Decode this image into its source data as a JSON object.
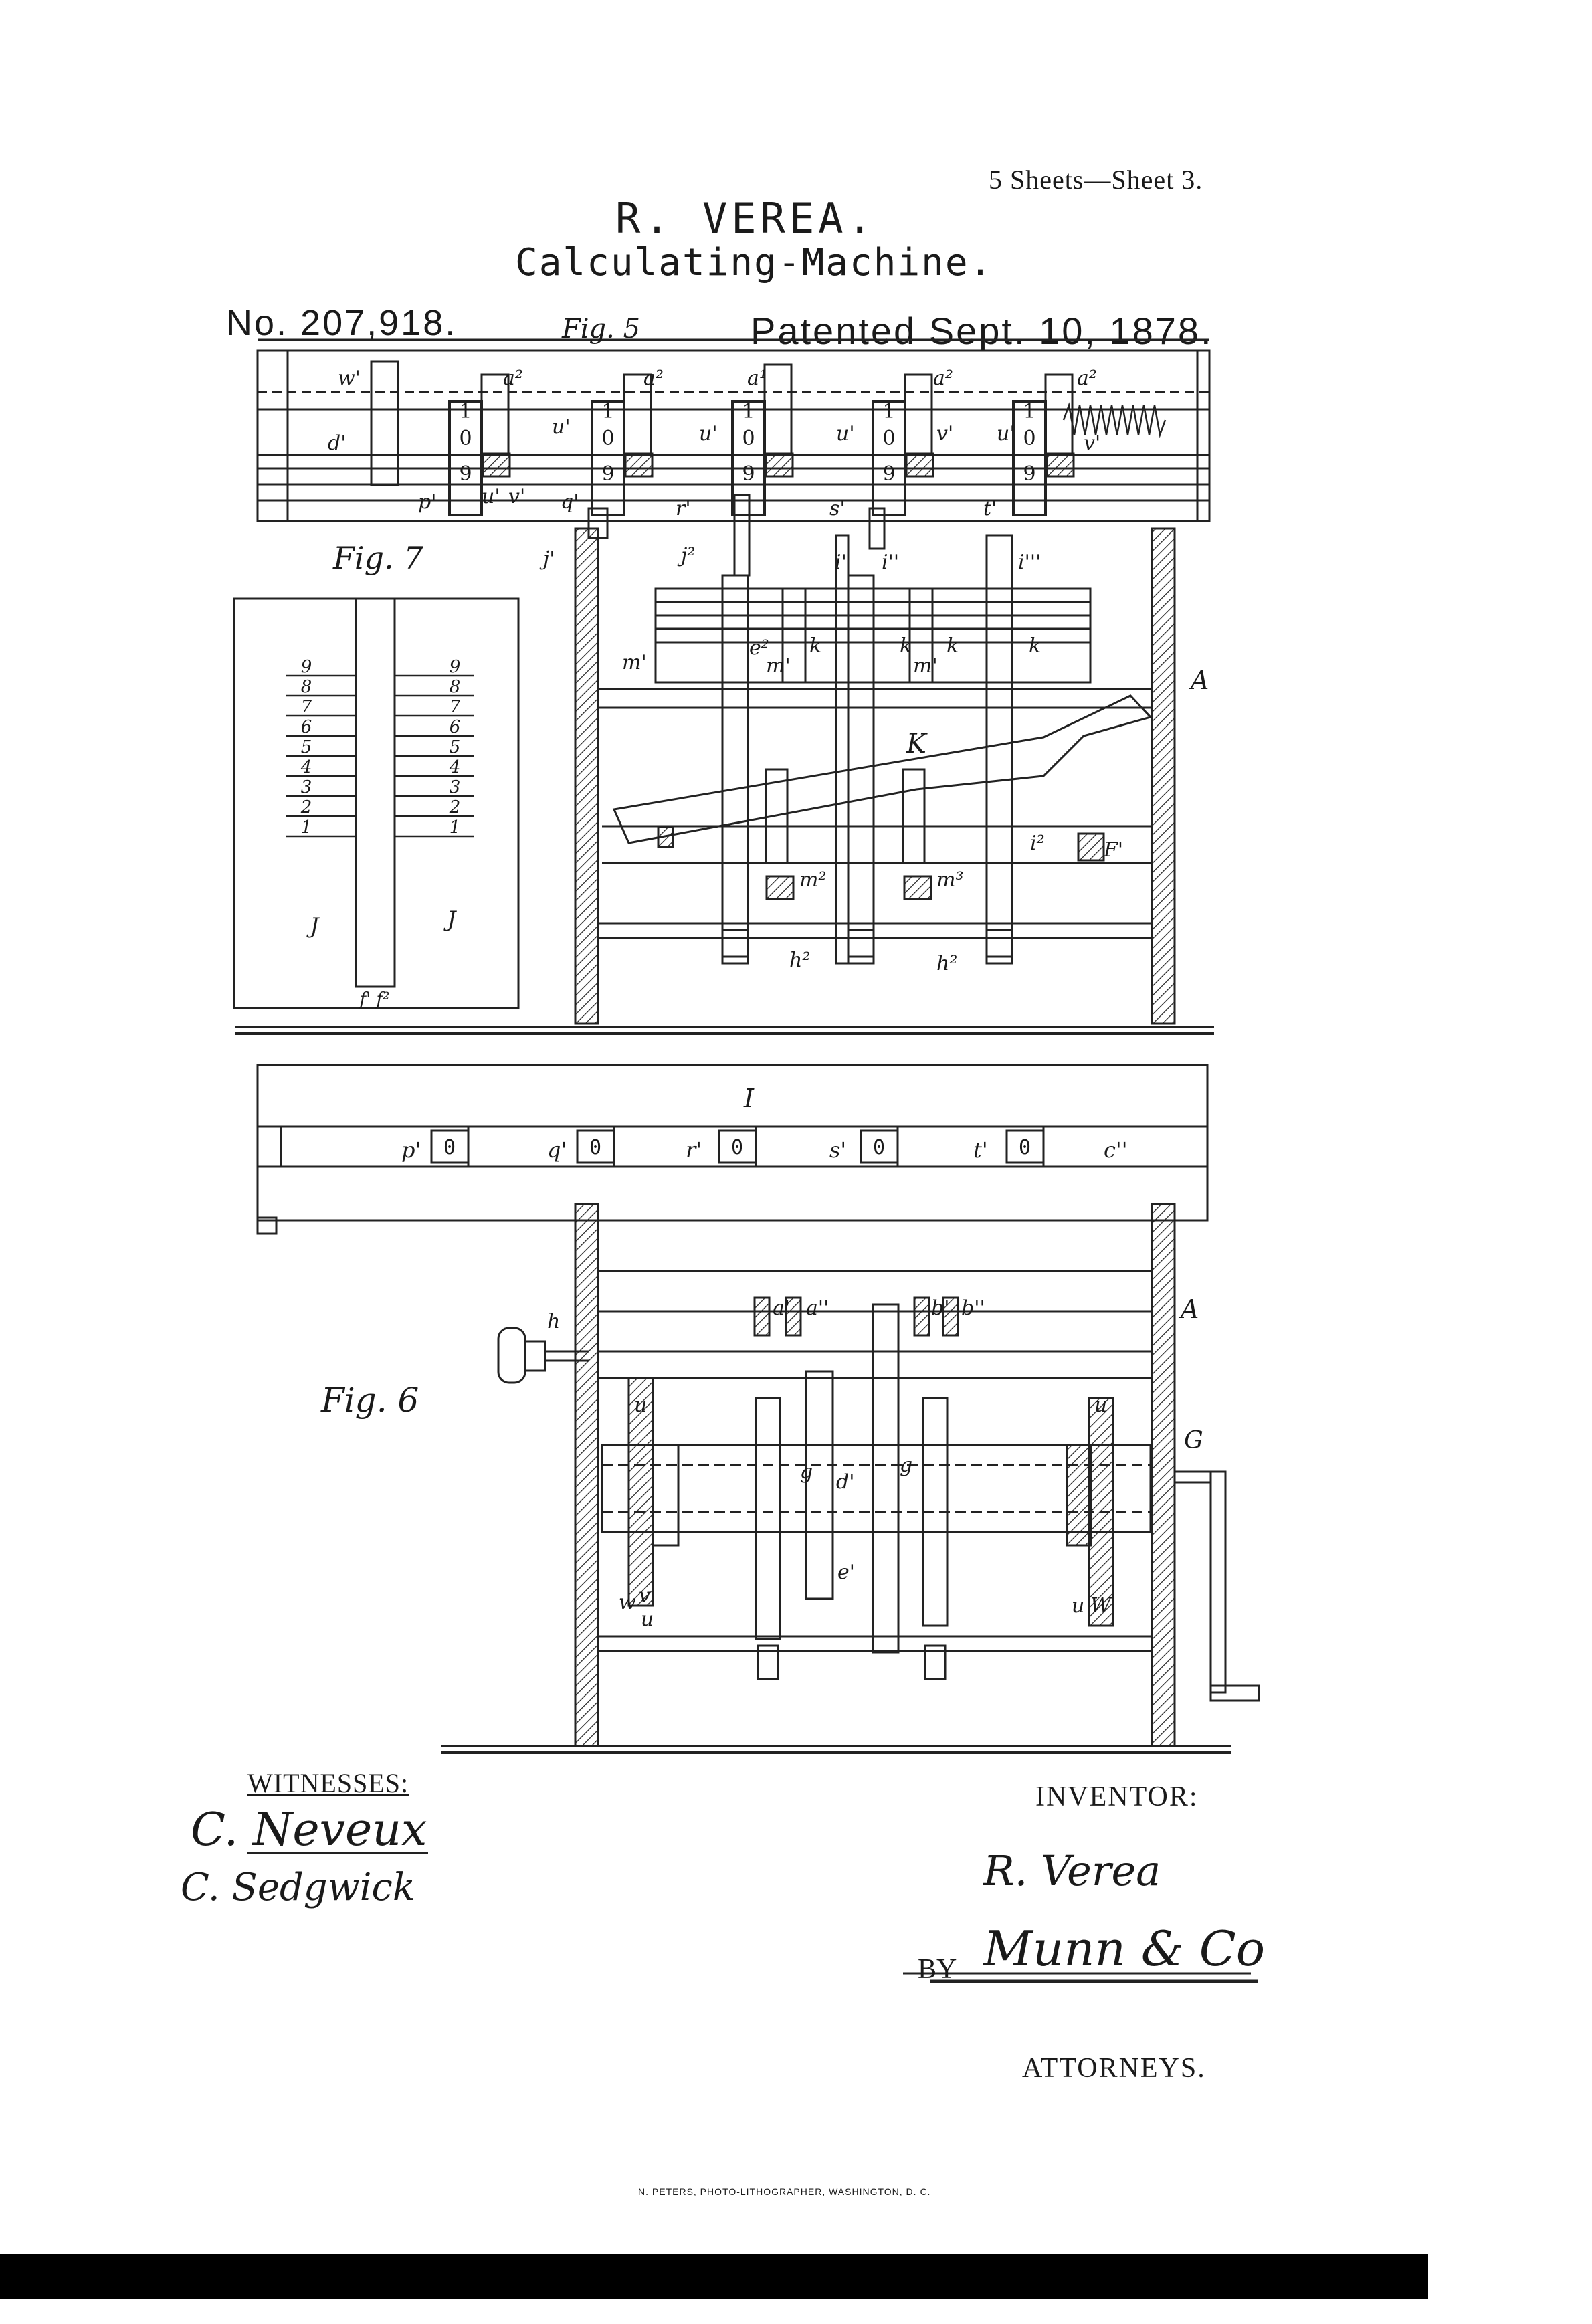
{
  "header": {
    "sheets": "5 Sheets—Sheet 3.",
    "inventor_name": "R. VEREA.",
    "title": "Calculating-Machine.",
    "patent_number": "No. 207,918.",
    "patent_date": "Patented Sept. 10, 1878."
  },
  "figures": {
    "fig5": "Fig. 5",
    "fig6": "Fig. 6",
    "fig7": "Fig. 7"
  },
  "fig7_digits": [
    "9",
    "8",
    "7",
    "6",
    "5",
    "4",
    "3",
    "2",
    "1"
  ],
  "fig7_labels": {
    "left": "J",
    "right": "J",
    "bottom": "f' f²"
  },
  "fig5_labels": [
    "w'",
    "a²",
    "a²",
    "a¹",
    "a²",
    "a²",
    "u'",
    "u'",
    "u'",
    "u'",
    "v'",
    "v'",
    "d'",
    "p'",
    "q'",
    "r'",
    "s'",
    "t'",
    "u'",
    "v'",
    "j'",
    "j²",
    "i'",
    "i''",
    "i'''",
    "k",
    "k",
    "k",
    "k",
    "m'",
    "m'",
    "m'",
    "e²",
    "K",
    "A",
    "F'",
    "i²",
    "m²",
    "m³",
    "h²",
    "h²"
  ],
  "band_labels": {
    "I": "I",
    "c": "c''",
    "cells": [
      {
        "letter": "p'",
        "value": "0"
      },
      {
        "letter": "q'",
        "value": "0"
      },
      {
        "letter": "r'",
        "value": "0"
      },
      {
        "letter": "s'",
        "value": "0"
      },
      {
        "letter": "t'",
        "value": "0"
      }
    ]
  },
  "fig6_labels": [
    "h",
    "a'",
    "a''",
    "b'",
    "b''",
    "A",
    "G",
    "u",
    "u",
    "g",
    "d'",
    "g",
    "e'",
    "w",
    "v",
    "u",
    "u",
    "W"
  ],
  "digit_wheels": [
    "1",
    "0",
    "9"
  ],
  "footer": {
    "witnesses_label": "WITNESSES:",
    "witness1": "C. Neveux",
    "witness2": "C. Sedgwick",
    "inventor_label": "INVENTOR:",
    "inventor_signature": "R. Verea",
    "by_label": "BY",
    "attorney_signature": "Munn & Co",
    "attorneys_label": "ATTORNEYS.",
    "printer": "N. PETERS, PHOTO-LITHOGRAPHER, WASHINGTON, D. C."
  }
}
